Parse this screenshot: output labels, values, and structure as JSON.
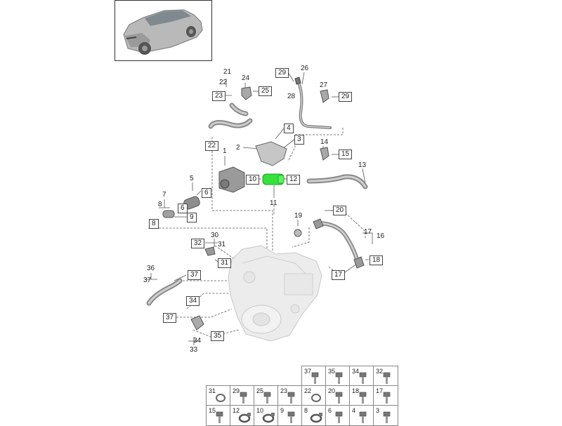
{
  "diagram": {
    "part_labels": {
      "l1": "1",
      "l2": "2",
      "l3": "3",
      "l4": "4",
      "l5": "5",
      "l6": "6",
      "l7": "7",
      "l8a": "8",
      "l8b": "8",
      "l9": "9",
      "l10": "10",
      "l11": "11",
      "l12": "12",
      "l13": "13",
      "l14": "14",
      "l15": "15",
      "l16": "16",
      "l17a": "17",
      "l17b": "17",
      "l18": "18",
      "l19": "19",
      "l20": "20",
      "l21": "21",
      "l22a": "22",
      "l22b": "22",
      "l23": "23",
      "l24": "24",
      "l25": "25",
      "l26": "26",
      "l27": "27",
      "l28": "28",
      "l29a": "29",
      "l29b": "29",
      "l30": "30",
      "l31a": "31",
      "l31b": "31",
      "l32": "32",
      "l33": "33",
      "l34a": "34",
      "l34b": "34",
      "l35": "35",
      "l36": "36",
      "l37a": "37",
      "l37b": "37",
      "l37c": "37"
    },
    "highlight_color": "#37e03c",
    "line_color": "#555555"
  },
  "hardware_grid": {
    "top_row": [
      "37",
      "35",
      "34",
      "32"
    ],
    "middle_row": [
      "31",
      "29",
      "25",
      "23",
      "22",
      "20",
      "18",
      "17"
    ],
    "bottom_row": [
      "15",
      "12",
      "10",
      "9",
      "8",
      "6",
      "4",
      "3"
    ]
  }
}
